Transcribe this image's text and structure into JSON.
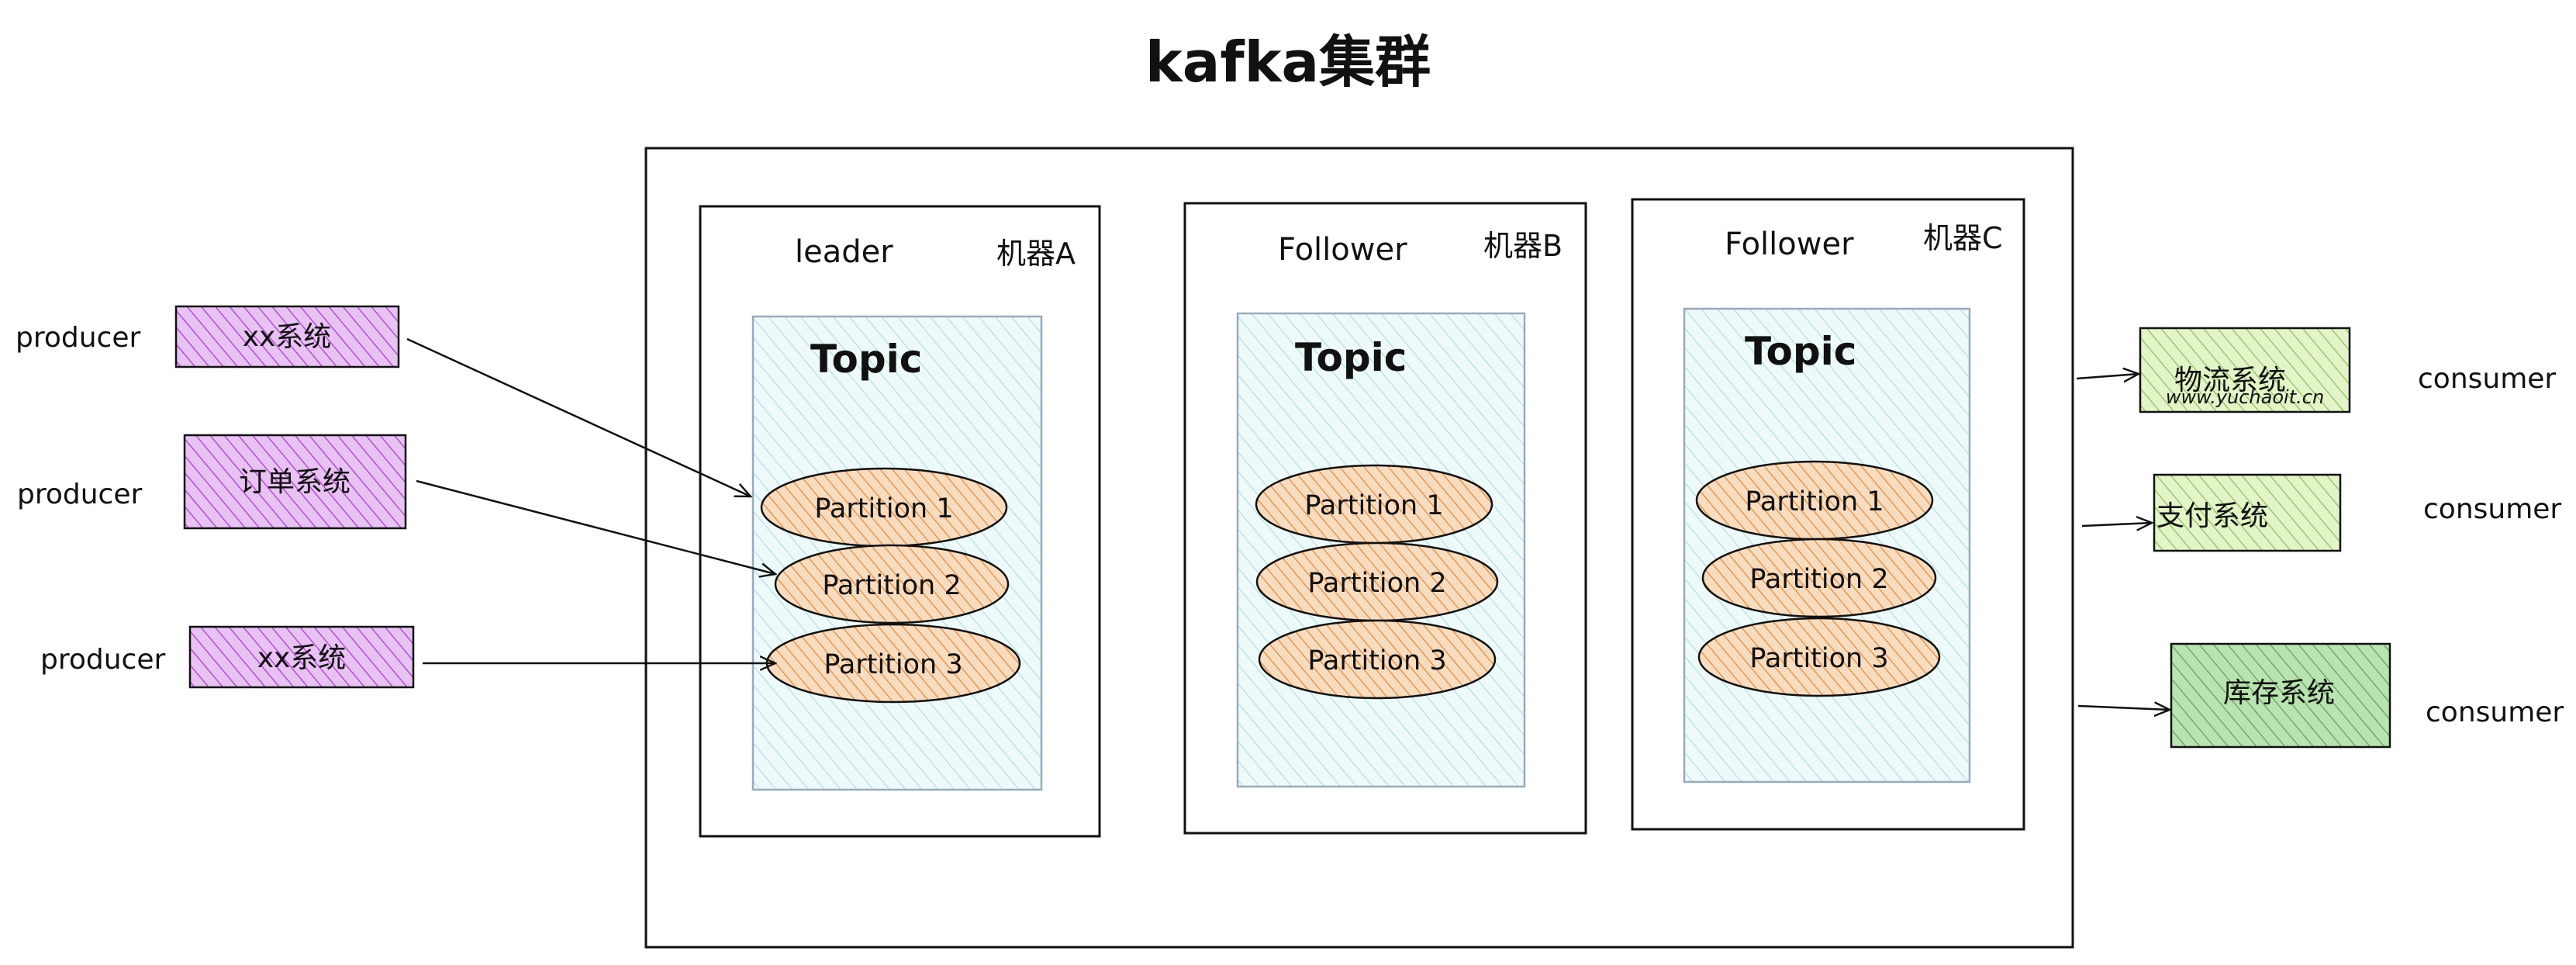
{
  "title": "kafka集群",
  "watermark": "www.yuchaoit.cn",
  "machines": [
    {
      "role": "leader",
      "name": "机器A",
      "topic": "Topic",
      "partitions": [
        "Partition 1",
        "Partition 2",
        "Partition 3"
      ]
    },
    {
      "role": "Follower",
      "name": "机器B",
      "topic": "Topic",
      "partitions": [
        "Partition 1",
        "Partition 2",
        "Partition 3"
      ]
    },
    {
      "role": "Follower",
      "name": "机器C",
      "topic": "Topic",
      "partitions": [
        "Partition 1",
        "Partition 2",
        "Partition 3"
      ]
    }
  ],
  "producers": [
    {
      "label": "producer",
      "system": "xx系统",
      "target_partition": "Partition 1"
    },
    {
      "label": "producer",
      "system": "订单系统",
      "target_partition": "Partition 2"
    },
    {
      "label": "producer",
      "system": "xx系统",
      "target_partition": "Partition 3"
    }
  ],
  "consumers": [
    {
      "label": "consumer",
      "system": "物流系统"
    },
    {
      "label": "consumer",
      "system": "支付系统"
    },
    {
      "label": "consumer",
      "system": "库存系统"
    }
  ],
  "colors": {
    "producer_fill": "#dba3ea",
    "producer_hatch": "#b34fd0",
    "topic_fill": "#e8f7f7",
    "topic_hatch": "#9fd9da",
    "partition_fill": "#f6d3b0",
    "partition_hatch": "#e58a3a",
    "consumer_fill_light": "#d9f0b3",
    "consumer_fill_dark": "#a9dca0",
    "consumer_hatch": "#6aa84f",
    "stroke": "#111111"
  }
}
